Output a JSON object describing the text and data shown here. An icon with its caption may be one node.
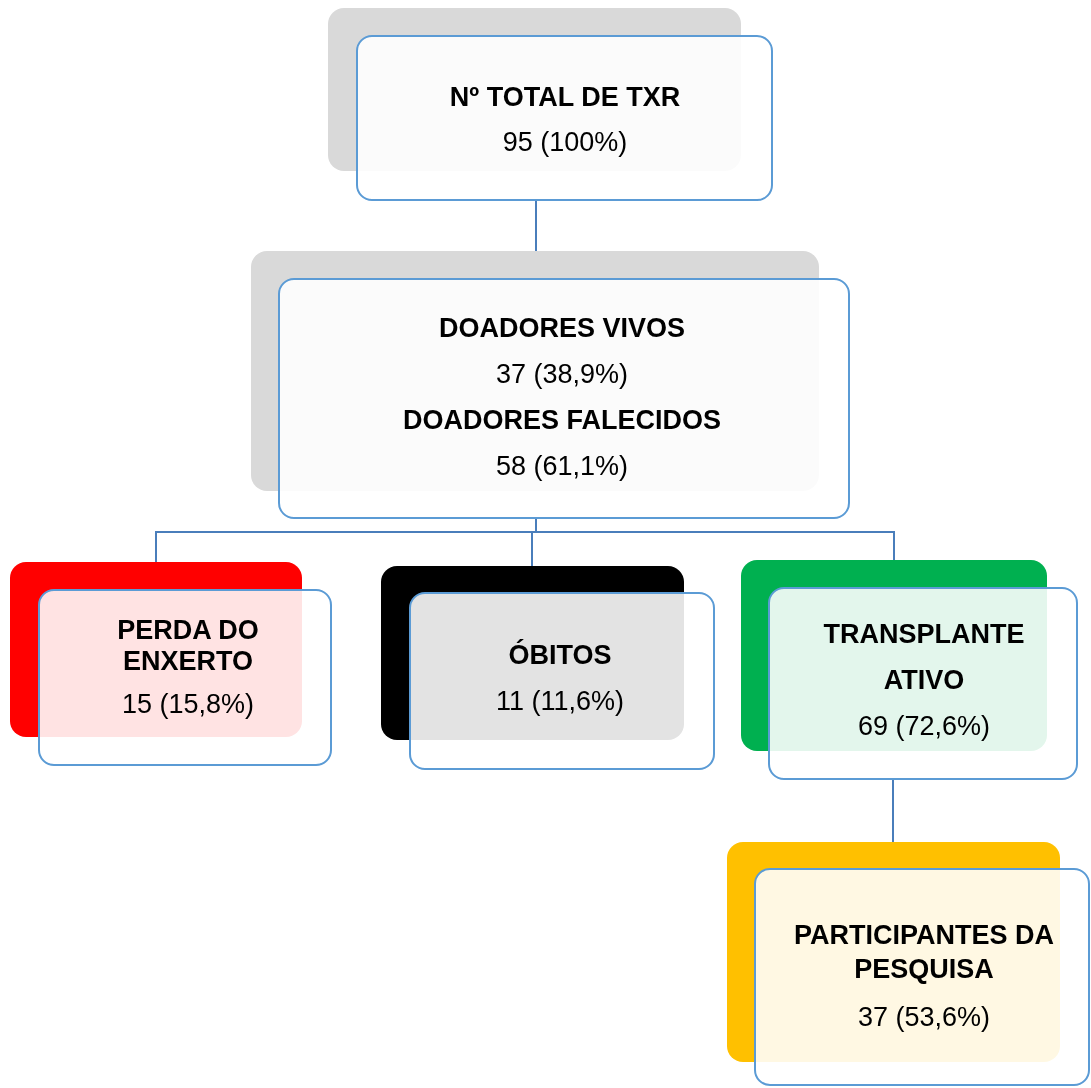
{
  "diagram": {
    "nodes": [
      {
        "text": [
          "Nº TOTAL DE TXR",
          "95 (100%)"
        ]
      },
      {
        "text": [
          "DOADORES VIVOS",
          "37 (38,9%)",
          "DOADORES FALECIDOS",
          "58 (61,1%)"
        ]
      },
      {
        "text": [
          "PERDA DO ENXERTO",
          "15 (15,8%)"
        ]
      },
      {
        "text": [
          "ÓBITOS",
          "11 (11,6%)"
        ]
      },
      {
        "text": [
          "TRANSPLANTE ATIVO",
          "69 (72,6%)"
        ]
      },
      {
        "text": [
          "PARTICIPANTES DA PESQUISA",
          "37 (53,6%)"
        ]
      }
    ],
    "edges": [
      {
        "from": 0,
        "to": 1,
        "arrow": "none"
      },
      {
        "from": 1,
        "to": 2,
        "arrow": "none"
      },
      {
        "from": 1,
        "to": 3,
        "arrow": "none"
      },
      {
        "from": 1,
        "to": 4,
        "arrow": "none"
      },
      {
        "from": 4,
        "to": 5,
        "arrow": "none"
      }
    ]
  }
}
